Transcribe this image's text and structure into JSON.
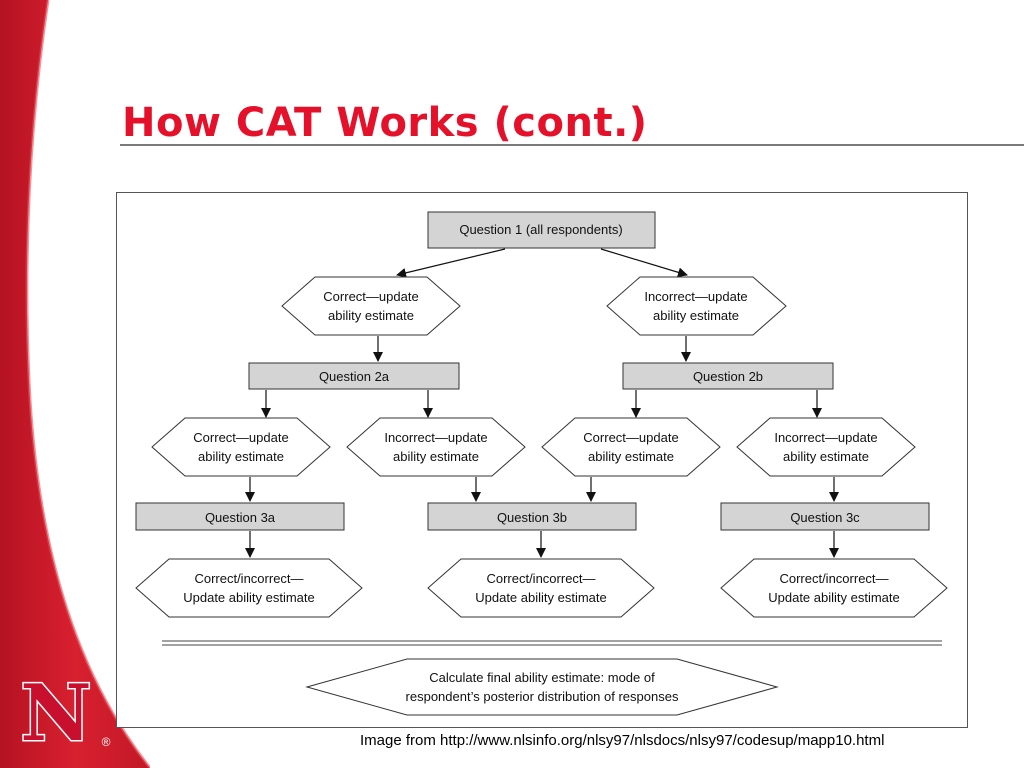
{
  "slide": {
    "title": "How CAT Works (cont.)",
    "source_caption": "Image from http://www.nlsinfo.org/nlsy97/nlsdocs/nlsy97/codesup/mapp10.html"
  },
  "logo": {
    "letter": "N",
    "mark": "®",
    "icon": "university-n-logo"
  },
  "colors": {
    "title": "#e5112b",
    "brand_red": "#d01c2b",
    "box_fill": "#d4d4d4"
  },
  "flowchart": {
    "question_1": "Question 1 (all respondents)",
    "correct_1": [
      "Correct—update",
      "ability estimate"
    ],
    "incorrect_1": [
      "Incorrect—update",
      "ability estimate"
    ],
    "question_2a": "Question 2a",
    "question_2b": "Question 2b",
    "correct_2a": [
      "Correct—update",
      "ability estimate"
    ],
    "incorrect_2a": [
      "Incorrect—update",
      "ability estimate"
    ],
    "correct_2b": [
      "Correct—update",
      "ability estimate"
    ],
    "incorrect_2b": [
      "Incorrect—update",
      "ability estimate"
    ],
    "question_3a": "Question 3a",
    "question_3b": "Question 3b",
    "question_3c": "Question 3c",
    "update_3a": [
      "Correct/incorrect—",
      "Update ability estimate"
    ],
    "update_3b": [
      "Correct/incorrect—",
      "Update ability estimate"
    ],
    "update_3c": [
      "Correct/incorrect—",
      "Update ability estimate"
    ],
    "final": [
      "Calculate final ability estimate:  mode of",
      "respondent’s posterior distribution of responses"
    ]
  }
}
